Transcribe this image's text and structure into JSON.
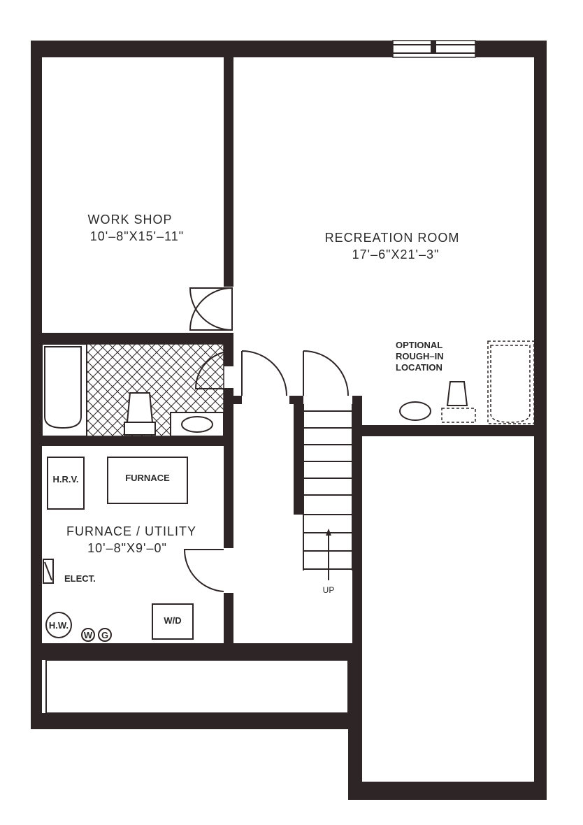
{
  "rooms": {
    "work_shop": {
      "name": "WORK  SHOP",
      "size": "10'–8\"X15'–11\""
    },
    "recreation_room": {
      "name": "RECREATION  ROOM",
      "size": "17'–6\"X21'–3\""
    },
    "furnace_utility": {
      "name": "FURNACE  /  UTILITY",
      "size": "10'–8\"X9'–0\""
    }
  },
  "labels": {
    "optional_line1": "OPTIONAL",
    "optional_line2": "ROUGH–IN",
    "optional_line3": "LOCATION",
    "hrv": "H.R.V.",
    "furnace": "FURNACE",
    "elect": "ELECT.",
    "wd": "W/D",
    "hw": "H.W.",
    "w": "W",
    "g": "G",
    "up": "UP"
  },
  "colors": {
    "wall": "#2e2626",
    "background": "#ffffff"
  }
}
